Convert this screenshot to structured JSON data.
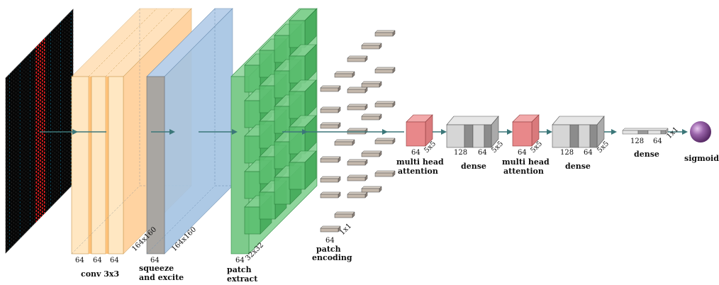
{
  "colors": {
    "conv": "#ffcc88",
    "squeeze": "#a5c4e3",
    "patch": "#5cbf70",
    "patch_encoding": "#c4b8ac",
    "attention": "#e8888a",
    "dense": "#d2d2d2",
    "dense_dark": "#8c8c8c",
    "sigmoid": "#9a64aa",
    "arrow": "#3b7779",
    "input_bg": "#060606",
    "input_red": "#ff2222",
    "input_cyan": "#1a8cb4"
  },
  "nodes": {
    "conv": {
      "caption": "conv 3x3",
      "dims": [
        "64",
        "64",
        "64"
      ],
      "side": "164x160"
    },
    "squeeze": {
      "caption_line1": "squeeze",
      "caption_line2": "and excite",
      "dim": "64",
      "side": "164x160"
    },
    "patch": {
      "caption_line1": "patch",
      "caption_line2": "extract",
      "dim": "64",
      "side": "32x32"
    },
    "encoding": {
      "caption_line1": "patch",
      "caption_line2": "encoding",
      "dim": "64",
      "side": "1x1"
    },
    "attention1": {
      "caption_line1": "multi head",
      "caption_line2": "attention",
      "dim": "64",
      "side": "5x5"
    },
    "dense1": {
      "caption": "dense",
      "dims": [
        "128",
        "64"
      ],
      "side": "5x5"
    },
    "attention2": {
      "caption_line1": "multi head",
      "caption_line2": "attention",
      "dim": "64",
      "side": "5x5"
    },
    "dense2": {
      "caption": "dense",
      "dims": [
        "128",
        "64"
      ],
      "side": "5x5"
    },
    "dense3": {
      "caption": "dense",
      "dims": [
        "128",
        "64"
      ],
      "side": "1x1"
    },
    "output": {
      "caption": "sigmoid"
    }
  }
}
